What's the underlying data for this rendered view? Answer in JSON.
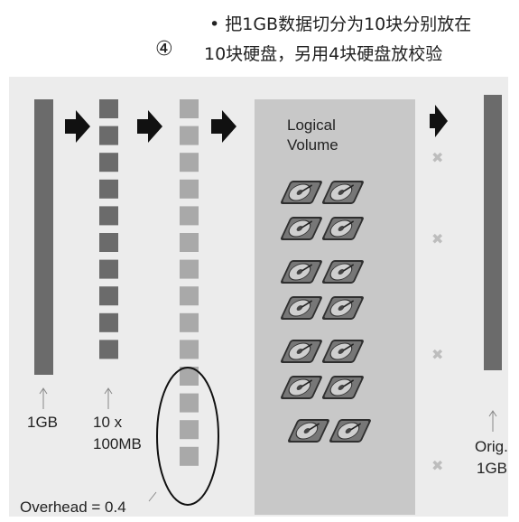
{
  "header": {
    "step_marker": "④",
    "line1": "• 把1GB数据切分为10块分别放在",
    "line2": "10块硬盘，另用4块硬盘放校验"
  },
  "diagram": {
    "logical_volume_title_1": "Logical",
    "logical_volume_title_2": "Volume",
    "label_1gb": "1GB",
    "label_split_1": "10 x",
    "label_split_2": "100MB",
    "label_overhead": "Overhead = 0.4",
    "label_orig_1": "Orig.",
    "label_orig_2": "1GB",
    "data_chunks": 10,
    "parity_chunks": 4,
    "disk_pairs": 7,
    "colors": {
      "bar_dark": "#6b6b6b",
      "chunk_dark": "#6b6b6b",
      "chunk_light": "#a9a9a9",
      "volume_bg": "#c8c8c8",
      "arrow": "#111111",
      "x_mark": "#bdbdbd"
    }
  }
}
